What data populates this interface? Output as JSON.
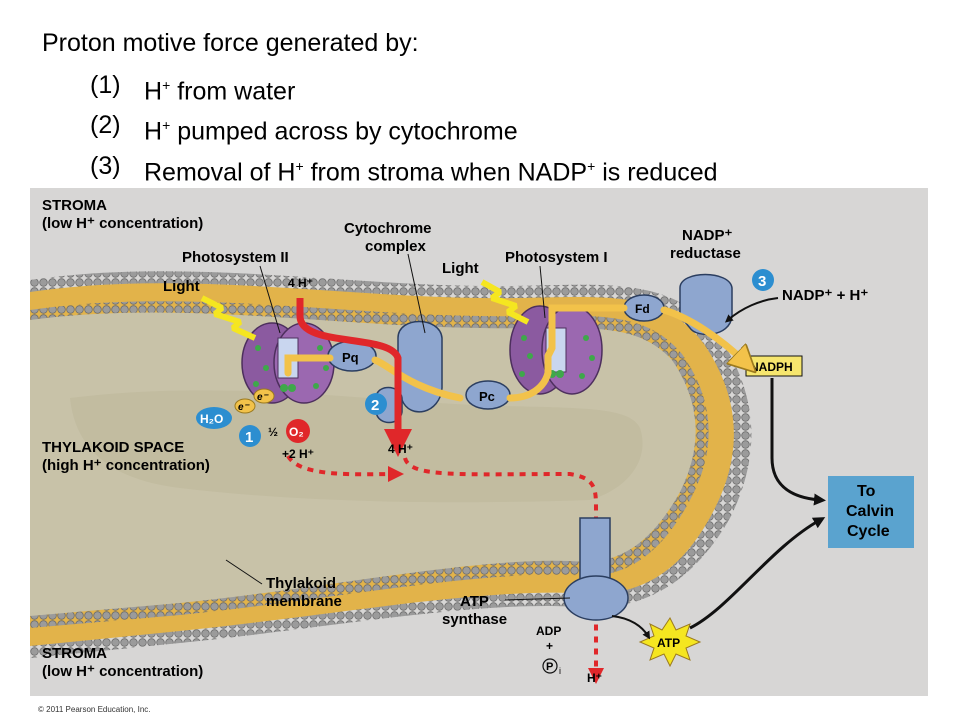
{
  "title": "Proton motive force generated by:",
  "list": [
    {
      "num": "(1)",
      "before": "H",
      "sup1": "+",
      "after": " from water",
      "sup2": ""
    },
    {
      "num": "(2)",
      "before": "H",
      "sup1": "+",
      "after": " pumped across by cytochrome",
      "sup2": ""
    },
    {
      "num": "(3)",
      "before": "Removal of H",
      "sup1": "+",
      "after": " from stroma when NADP",
      "sup2": "+",
      "tail": " is reduced"
    }
  ],
  "diagram": {
    "stroma_top": "STROMA",
    "stroma_top_sub": "(low H⁺ concentration)",
    "thylakoid_space": "THYLAKOID SPACE",
    "thylakoid_space_sub": "(high H⁺ concentration)",
    "stroma_bottom": "STROMA",
    "stroma_bottom_sub": "(low H⁺ concentration)",
    "photosystem2": "Photosystem II",
    "photosystem1": "Photosystem I",
    "cytochrome": "Cytochrome",
    "cytochrome2": "complex",
    "light": "Light",
    "pq": "Pq",
    "pc": "Pc",
    "fd": "Fd",
    "nadp_reductase": "NADP⁺",
    "nadp_reductase2": "reductase",
    "nadp_h": "NADP⁺ + H⁺",
    "nadph": "NADPH",
    "four_h_top": "4 H⁺",
    "four_h_bottom": "4 H⁺",
    "two_h": "+2 H⁺",
    "half": "½",
    "h2o": "H₂O",
    "o2": "O₂",
    "e": "e⁻",
    "step1": "1",
    "step2": "2",
    "step3": "3",
    "to_calvin": [
      "To",
      "Calvin",
      "Cycle"
    ],
    "thylakoid_membrane": [
      "Thylakoid",
      "membrane"
    ],
    "atp_synthase": [
      "ATP",
      "synthase"
    ],
    "adp": "ADP",
    "plus": "+",
    "pi": "P",
    "pi_sub": "i",
    "h_plus": "H⁺",
    "atp": "ATP",
    "copyright": "© 2011 Pearson Education, Inc."
  },
  "colors": {
    "stroma": "#d7d6d5",
    "lumen": "#c8c2a8",
    "membrane": "#e2b34a",
    "head": "#9a9a9a",
    "protein_purple": "#8b5aa0",
    "protein_blue": "#8ea6cf",
    "arrow_red": "#e0272a",
    "arrow_gold": "#f2c24a",
    "calvin": "#5aa3cf",
    "step": "#2c8ed0"
  }
}
